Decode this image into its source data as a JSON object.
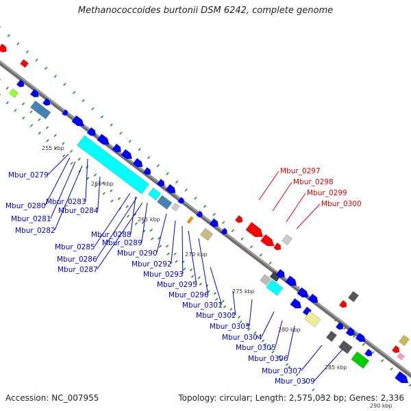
{
  "title": "Methanococcoides burtonii DSM 6242, complete genome",
  "footer": {
    "accession": "Accession: NC_007955",
    "summary": "Topology: circular; Length: 2,575,032 bp; Genes: 2,336"
  },
  "kbp_markers": [
    "255 kbp",
    "260 kbp",
    "265 kbp",
    "270 kbp",
    "275 kbp",
    "280 kbp",
    "285 kbp",
    "290 kbp"
  ],
  "colors": {
    "backbone": "#808080",
    "cds": "#0000ff",
    "red_gene": "#ff0000",
    "label_blue": "#0000cc",
    "label_red": "#dd0000",
    "cyan": "#00ffff",
    "steel": "#4682b4",
    "khaki": "#c8bb7f",
    "green": "#00cc00",
    "dots": "#228b22"
  },
  "labels_blue": [
    "Mbur_0279",
    "Mbur_0280",
    "Mbur_0281",
    "Mbur_0282",
    "Mbur_0283",
    "Mbur_0284",
    "Mbur_0285",
    "Mbur_0286",
    "Mbur_0287",
    "Mbur_0288",
    "Mbur_0289",
    "Mbur_0290",
    "Mbur_0292",
    "Mbur_0293",
    "Mbur_0295",
    "Mbur_0296",
    "Mbur_0301",
    "Mbur_0302",
    "Mbur_0303",
    "Mbur_0304",
    "Mbur_0305",
    "Mbur_0306",
    "Mbur_0307",
    "Mbur_0309"
  ],
  "labels_red": [
    "Mbur_0297",
    "Mbur_0298",
    "Mbur_0299",
    "Mbur_0300"
  ]
}
